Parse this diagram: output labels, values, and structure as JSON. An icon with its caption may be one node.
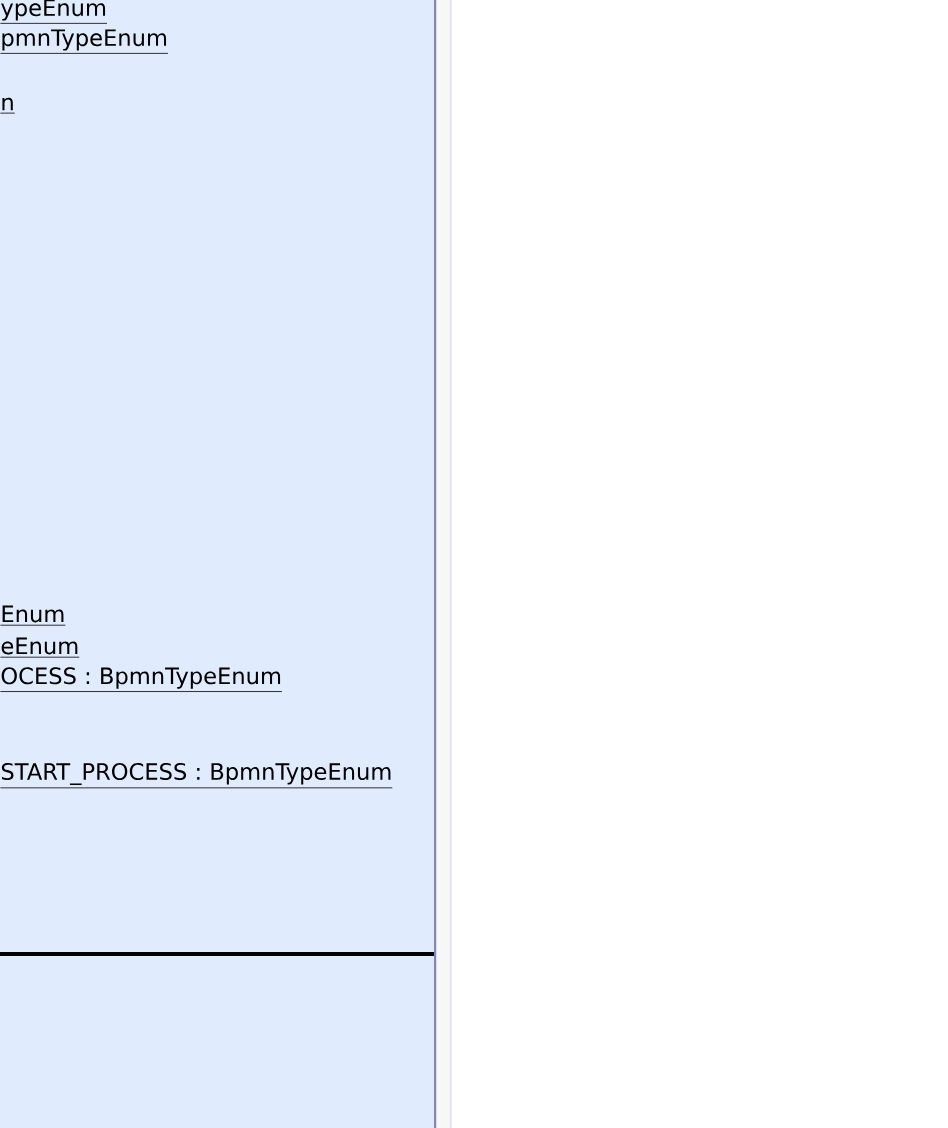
{
  "diagram": {
    "nodes": [
      {
        "text": [
          "ypeEnum",
          "pmnTypeEnum",
          "n",
          "Enum",
          "eEnum",
          "OCESS : BpmnTypeEnum",
          "START_PROCESS : BpmnTypeEnum"
        ]
      }
    ]
  }
}
